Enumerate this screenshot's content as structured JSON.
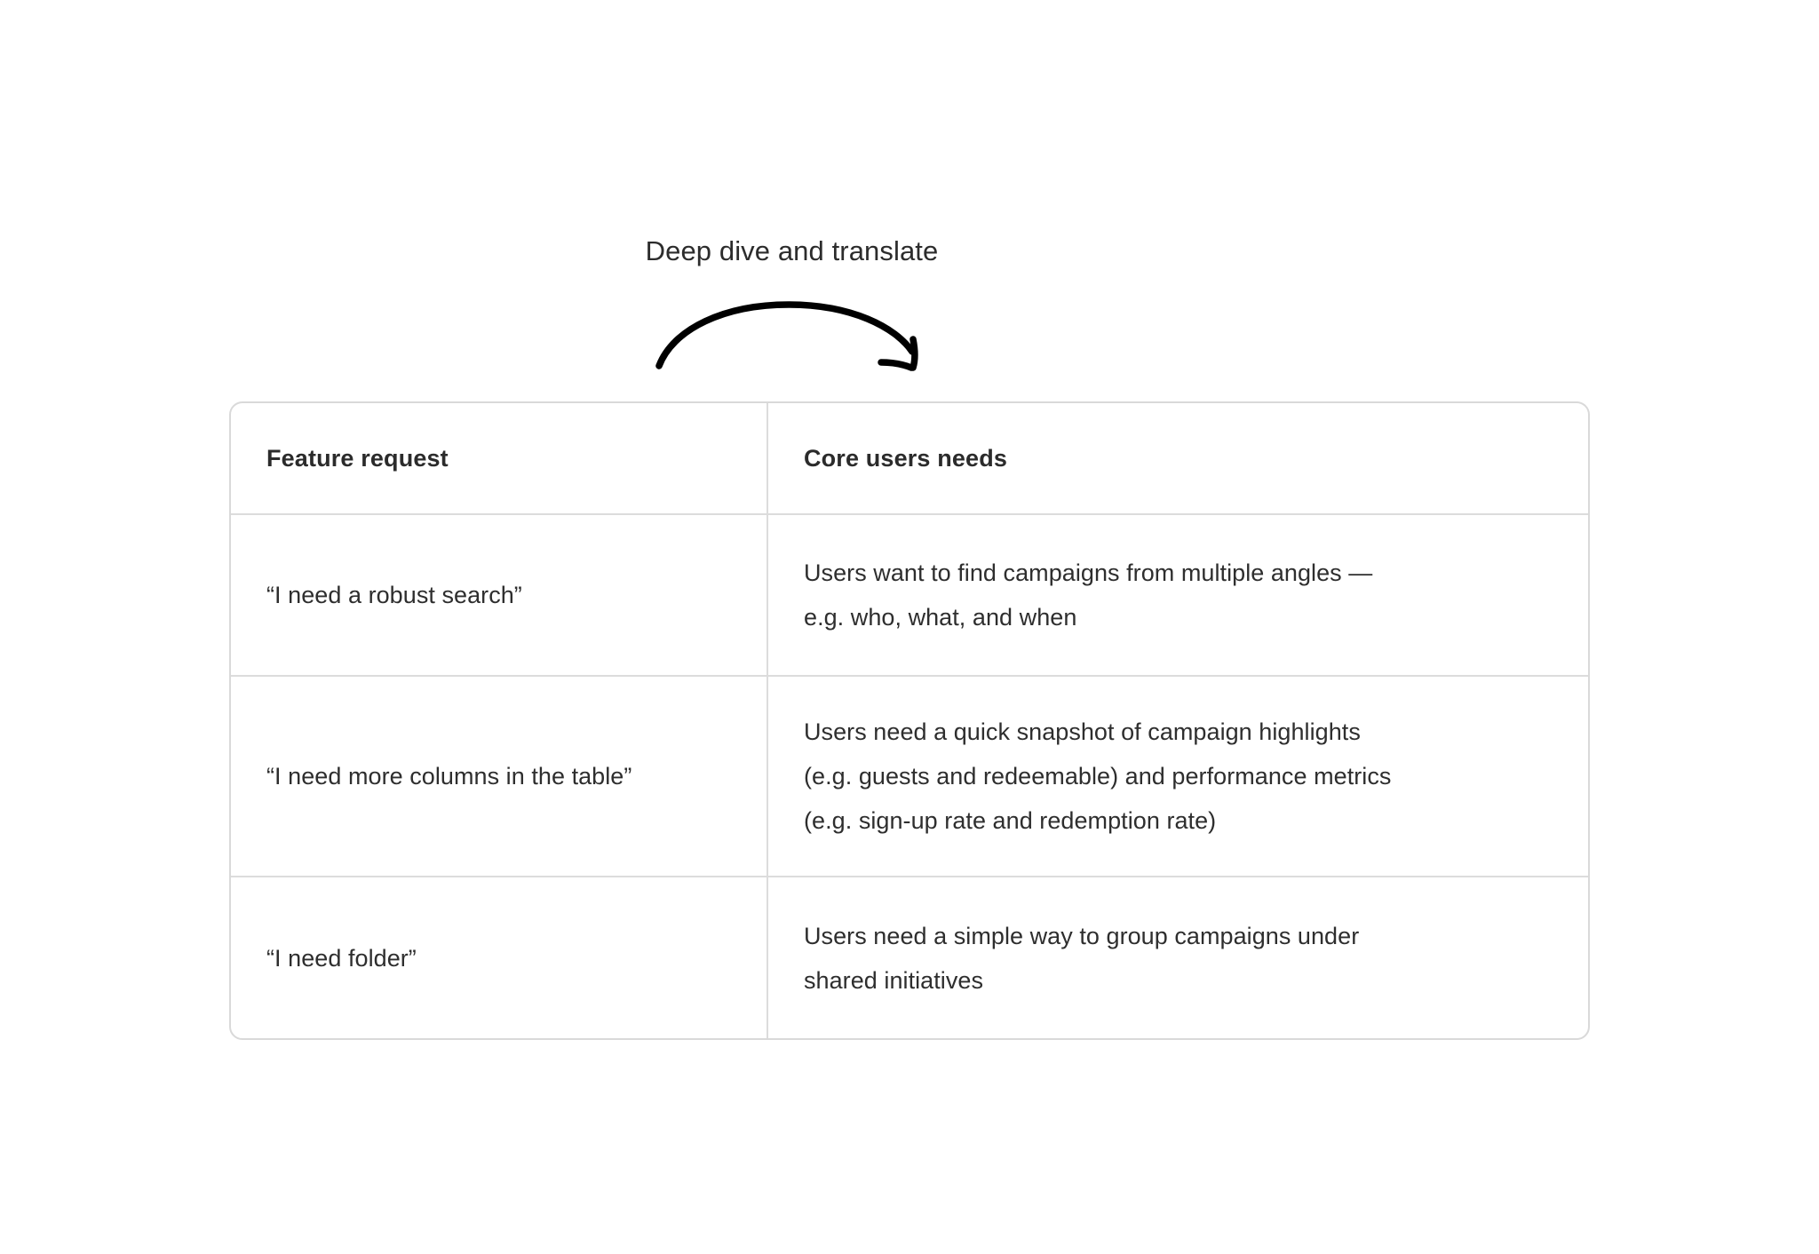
{
  "annotation": {
    "caption": "Deep dive and translate",
    "arrow_icon": "curved-arrow-down-right-icon",
    "stroke_color": "#000000"
  },
  "table": {
    "border_color": "#d9d9d9",
    "divider_color": "#dcdcdc",
    "background": "#ffffff",
    "header_text_color": "#2b2b2b",
    "body_text_color": "#2e2e2e",
    "columns": [
      {
        "label": "Feature request"
      },
      {
        "label": "Core users needs"
      }
    ],
    "rows": [
      {
        "feature_request": "“I need a robust search”",
        "core_users_needs_lines": [
          "Users want to find campaigns from multiple angles —",
          "e.g. who, what, and when"
        ]
      },
      {
        "feature_request": "“I need more columns in the table”",
        "core_users_needs_lines": [
          "Users need a quick snapshot of campaign highlights",
          "(e.g. guests and redeemable) and performance metrics",
          "(e.g. sign-up rate and redemption rate)"
        ]
      },
      {
        "feature_request": "“I need folder”",
        "core_users_needs_lines": [
          "Users need a simple way to group campaigns under",
          "shared initiatives"
        ]
      }
    ]
  }
}
